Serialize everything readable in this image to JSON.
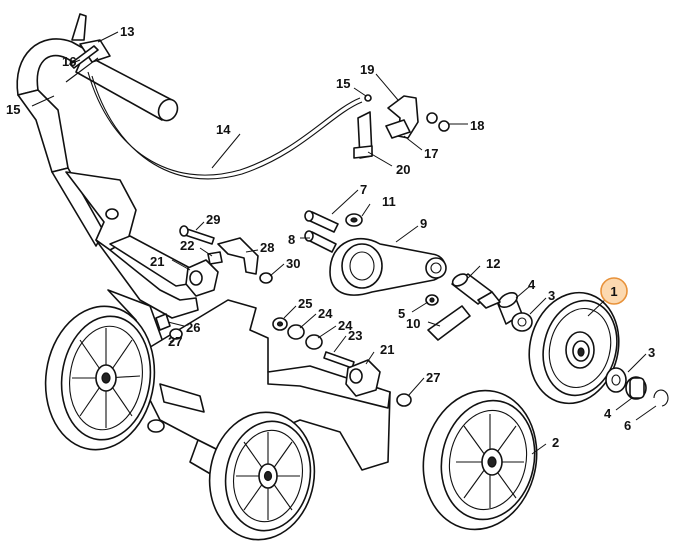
{
  "parts": [
    {
      "id": "1",
      "label": "1",
      "highlighted": true
    },
    {
      "id": "2",
      "label": "2"
    },
    {
      "id": "3a",
      "label": "3"
    },
    {
      "id": "3b",
      "label": "3"
    },
    {
      "id": "4a",
      "label": "4"
    },
    {
      "id": "4b",
      "label": "4"
    },
    {
      "id": "5",
      "label": "5"
    },
    {
      "id": "6",
      "label": "6"
    },
    {
      "id": "7",
      "label": "7"
    },
    {
      "id": "8",
      "label": "8"
    },
    {
      "id": "9",
      "label": "9"
    },
    {
      "id": "10",
      "label": "10"
    },
    {
      "id": "11",
      "label": "11"
    },
    {
      "id": "12",
      "label": "12"
    },
    {
      "id": "13",
      "label": "13"
    },
    {
      "id": "14",
      "label": "14"
    },
    {
      "id": "15a",
      "label": "15"
    },
    {
      "id": "15b",
      "label": "15"
    },
    {
      "id": "16",
      "label": "16"
    },
    {
      "id": "17",
      "label": "17"
    },
    {
      "id": "18",
      "label": "18"
    },
    {
      "id": "19",
      "label": "19"
    },
    {
      "id": "20",
      "label": "20"
    },
    {
      "id": "21a",
      "label": "21"
    },
    {
      "id": "21b",
      "label": "21"
    },
    {
      "id": "22",
      "label": "22"
    },
    {
      "id": "23",
      "label": "23"
    },
    {
      "id": "24a",
      "label": "24"
    },
    {
      "id": "24b",
      "label": "24"
    },
    {
      "id": "25",
      "label": "25"
    },
    {
      "id": "26",
      "label": "26"
    },
    {
      "id": "27a",
      "label": "27"
    },
    {
      "id": "27b",
      "label": "27"
    },
    {
      "id": "28",
      "label": "28"
    },
    {
      "id": "29",
      "label": "29"
    },
    {
      "id": "30",
      "label": "30"
    }
  ],
  "colors": {
    "line": "#111111",
    "highlight_fill": "#fcd9b0",
    "highlight_stroke": "#e8923a"
  }
}
